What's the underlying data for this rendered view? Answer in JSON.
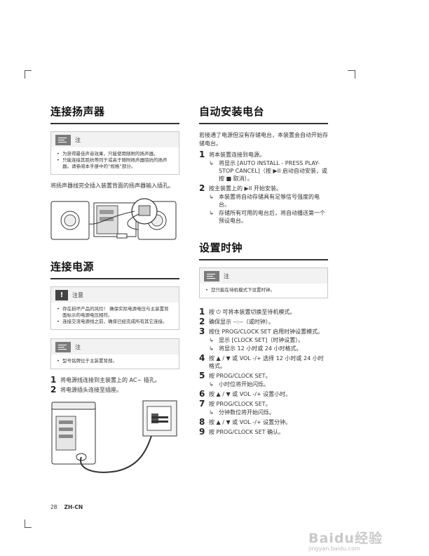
{
  "left": {
    "speakers": {
      "title": "连接扬声器",
      "note_label": "注",
      "note_items": [
        "为获得最佳声音效果，只能使用随附的扬声器。",
        "只能连接其阻抗等同于或高于随附扬声器阻抗的扬声器。请参阅本手册中的“规格”部分。"
      ],
      "instruction": "将扬声器线完全插入装置背面的扬声器输入插孔。"
    },
    "power": {
      "title": "连接电源",
      "caution_label": "注意",
      "caution_items": [
        "存在损坏产品的风险！ 确保实际电源电压与主装置背面标示的电源电压相符。",
        "连接交流电源线之前，确保已经完成所有其它连接。"
      ],
      "note_label": "注",
      "note_items": [
        "型号铭牌位于主装置背部。"
      ],
      "steps": [
        {
          "num": "1",
          "text": "将电源线连接到主装置上的 AC~ 插孔。"
        },
        {
          "num": "2",
          "text": "将电源插头连接至插座。"
        }
      ]
    }
  },
  "right": {
    "autoinstall": {
      "title": "自动安装电台",
      "intro": "若接通了电源但没有存储电台，本装置会自动开始存储电台。",
      "steps": [
        {
          "num": "1",
          "text": "将本装置连接到电源。",
          "subs": [
            "将显示 [AUTO INSTALL - PRESS PLAY- STOP CANCEL]（按 ▶II 启动自动安装，或按 ■ 取消）。"
          ]
        },
        {
          "num": "2",
          "text": "按主装置上的 ▶II 开始安装。",
          "subs": [
            "本装置将自动存储具有足够信号强度的电台。",
            "存储所有可用的电台后，将自动播送第一个预设电台。"
          ]
        }
      ]
    },
    "clock": {
      "title": "设置时钟",
      "note_label": "注",
      "note_items": [
        "您只能在待机模式下设置时钟。"
      ],
      "steps": [
        {
          "num": "1",
          "text": "按 ⏻ 可将本装置切换至待机模式。",
          "subs": []
        },
        {
          "num": "2",
          "text": "确保显示 --:--（或时钟）。",
          "subs": []
        },
        {
          "num": "3",
          "text": "按住 PROG/CLOCK SET 启用时钟设置模式。",
          "subs": [
            "显示 [CLOCK SET]（时钟设置）。",
            "将显示 12 小时或 24 小时格式。"
          ]
        },
        {
          "num": "4",
          "text": "按 ▲ / ▼ 或 VOL -/+ 选择 12 小时或 24 小时格式。",
          "subs": []
        },
        {
          "num": "5",
          "text": "按 PROG/CLOCK SET。",
          "subs": [
            "小时位将开始闪烁。"
          ]
        },
        {
          "num": "6",
          "text": "按 ▲ / ▼ 或 VOL -/+ 设置小时。",
          "subs": []
        },
        {
          "num": "7",
          "text": "按 PROG/CLOCK SET。",
          "subs": [
            "分钟数位将开始闪烁。"
          ]
        },
        {
          "num": "8",
          "text": "按 ▲ / ▼ 或 VOL -/+ 设置分钟。",
          "subs": []
        },
        {
          "num": "9",
          "text": "按 PROG/CLOCK SET 确认。",
          "subs": []
        }
      ]
    }
  },
  "footer": {
    "page": "28",
    "lang": "ZH-CN"
  },
  "watermark": {
    "brand": "Baidu经验",
    "url": "jingyan.baidu.com"
  }
}
